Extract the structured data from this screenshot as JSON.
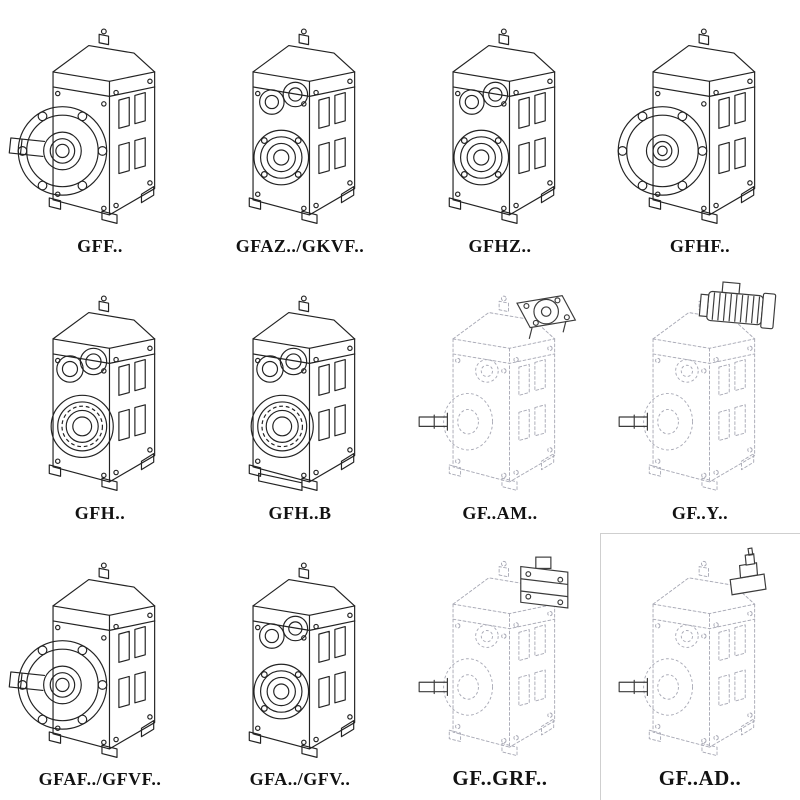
{
  "page": {
    "background": "#ffffff",
    "line_color": "#232323",
    "ghost_line_color": "#a9aab6"
  },
  "grid": {
    "rows": 3,
    "columns": 4,
    "cells": [
      {
        "label": "GFF..",
        "drawing": "gear-unit-with-output-flange-and-shaft",
        "line_style": "solid"
      },
      {
        "label": "GFAZ../GKVF..",
        "drawing": "shaft-mounted-gear-unit-hollow-shaft",
        "line_style": "solid"
      },
      {
        "label": "GFHZ..",
        "drawing": "hollow-shaft-gear-unit",
        "line_style": "solid"
      },
      {
        "label": "GFHF..",
        "drawing": "hollow-shaft-gear-unit-with-flange",
        "line_style": "solid"
      },
      {
        "label": "GFH..",
        "drawing": "hollow-shaft-gear-unit-bearing-view",
        "line_style": "solid"
      },
      {
        "label": "GFH..B",
        "drawing": "hollow-shaft-gear-unit-fixing-element",
        "line_style": "solid"
      },
      {
        "label": "GF..AM..",
        "drawing": "gear-unit-with-motor-adapter-flange",
        "line_style": "ghost"
      },
      {
        "label": "GF..Y..",
        "drawing": "gear-unit-with-mounted-motor",
        "line_style": "ghost"
      },
      {
        "label": "GFAF../GFVF..",
        "drawing": "gear-unit-with-output-flange-and-shaft",
        "line_style": "solid"
      },
      {
        "label": "GFA../GFV..",
        "drawing": "shaft-mounted-gear-unit",
        "line_style": "solid"
      },
      {
        "label": "GF..GRF..",
        "drawing": "gear-unit-with-adapter-block",
        "line_style": "ghost"
      },
      {
        "label": "GF..AD..",
        "drawing": "gear-unit-with-input-shaft-adapter",
        "line_style": "ghost"
      }
    ]
  }
}
